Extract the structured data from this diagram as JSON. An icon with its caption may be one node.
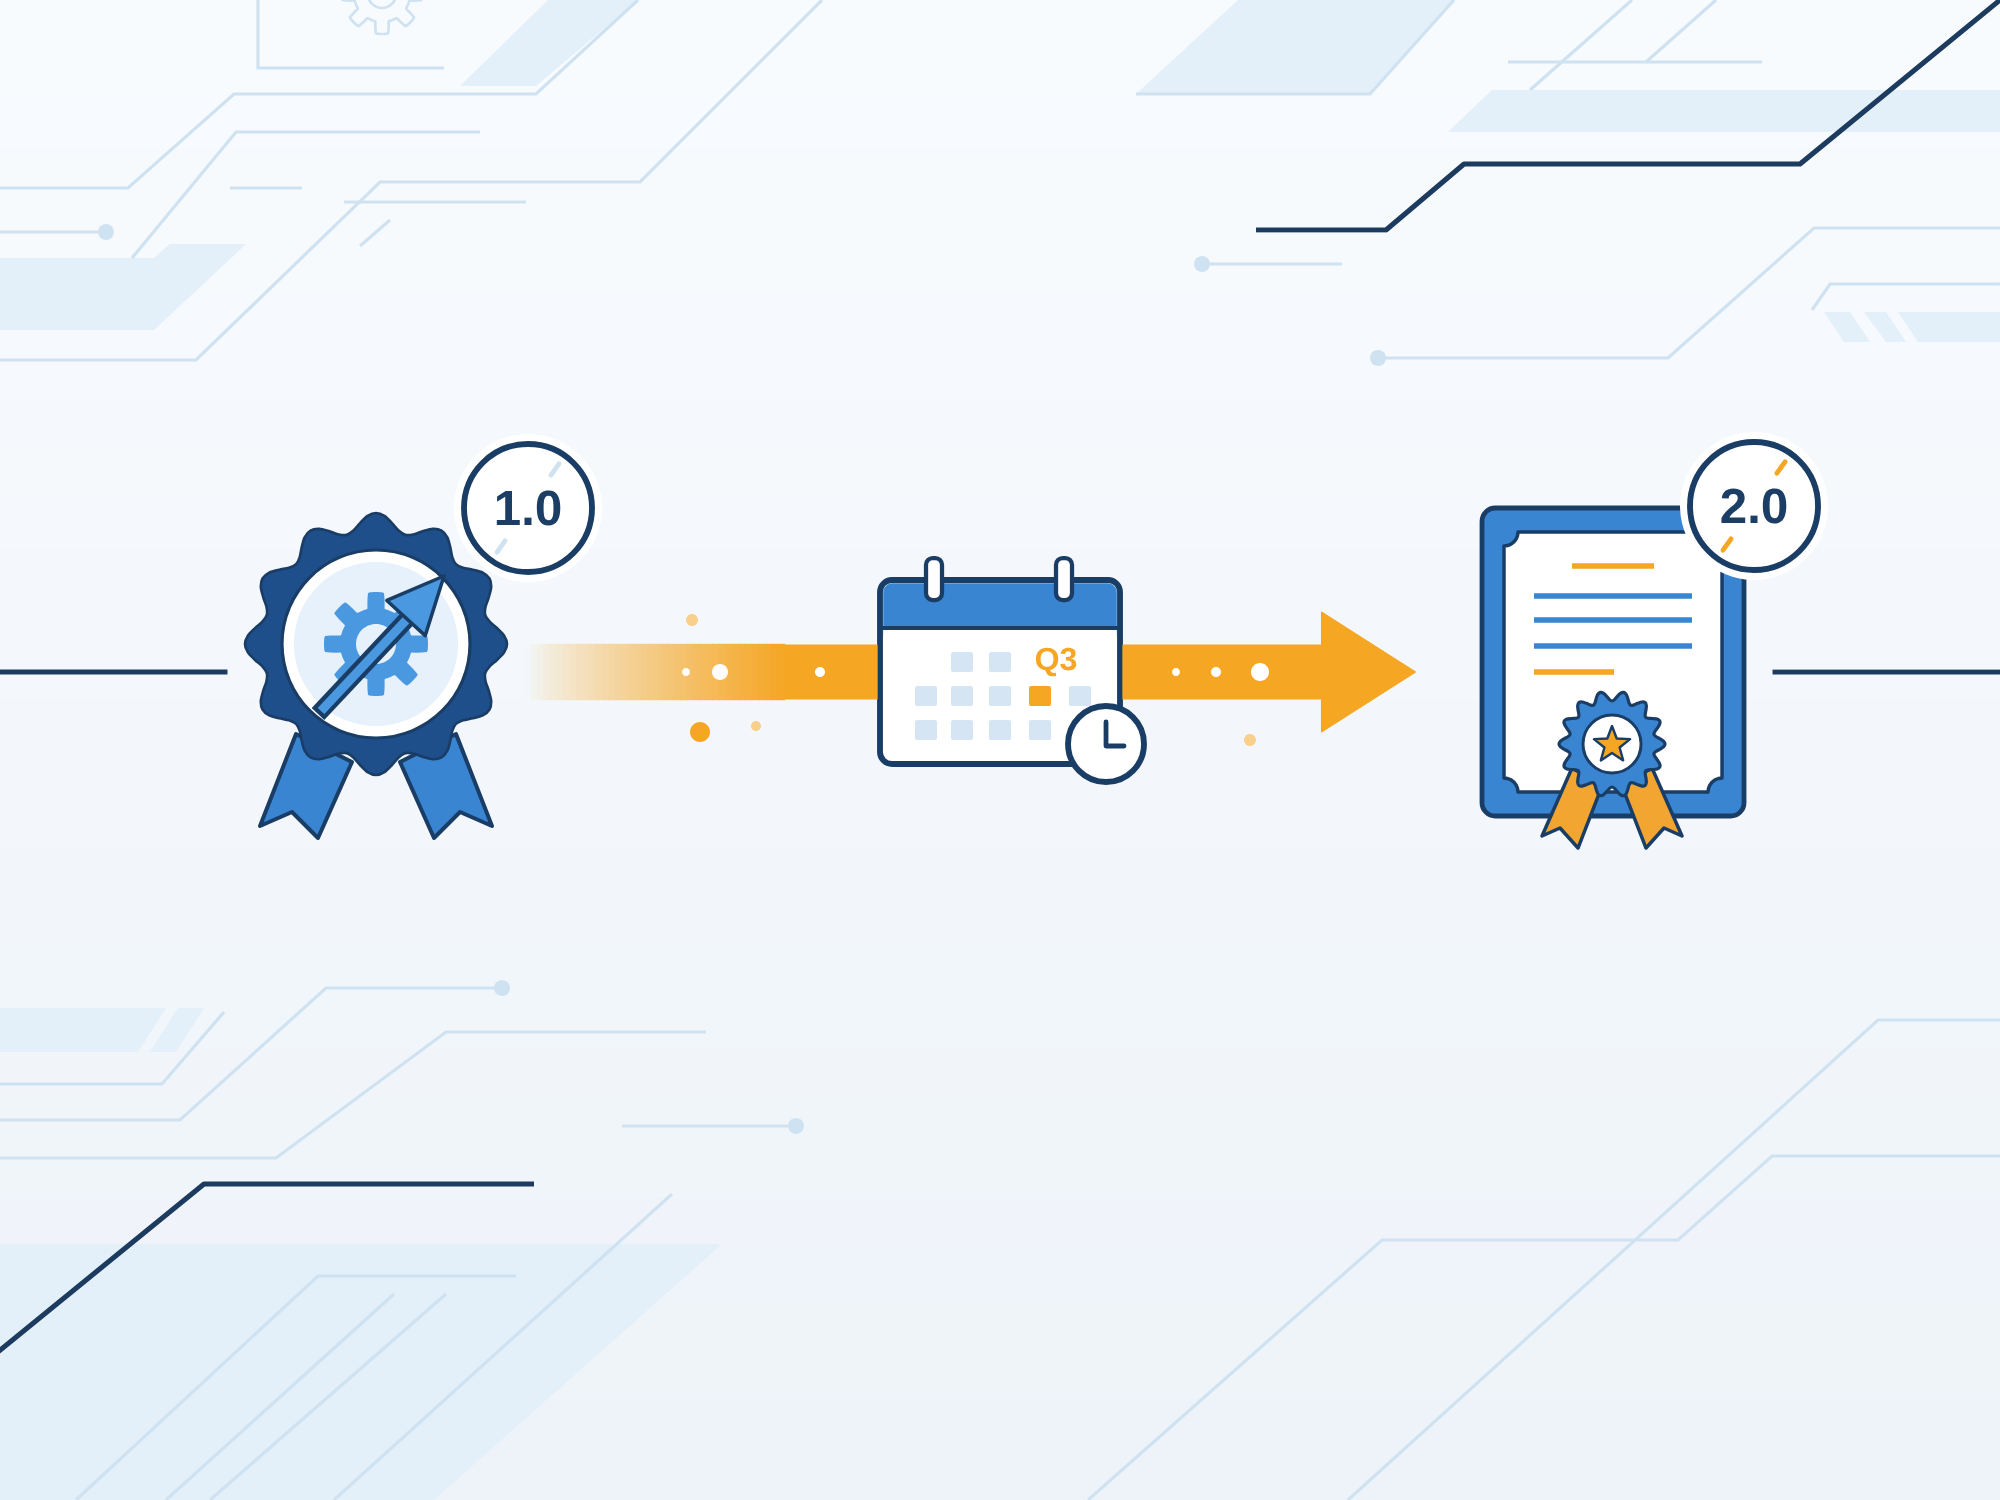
{
  "diagram": {
    "nodes": [
      {
        "text": [
          "1.0"
        ]
      },
      {
        "text": [
          "Q3"
        ]
      },
      {
        "text": [
          "2.0"
        ]
      }
    ],
    "edges": [
      {
        "from": null,
        "to": 0,
        "arrow": "none"
      },
      {
        "from": 0,
        "to": 1,
        "arrow": "none",
        "style": "thick",
        "color": "#f5a623"
      },
      {
        "from": 1,
        "to": 2,
        "arrow": "to",
        "style": "thick",
        "color": "#f5a623"
      },
      {
        "from": 2,
        "to": null,
        "arrow": "none"
      }
    ]
  }
}
